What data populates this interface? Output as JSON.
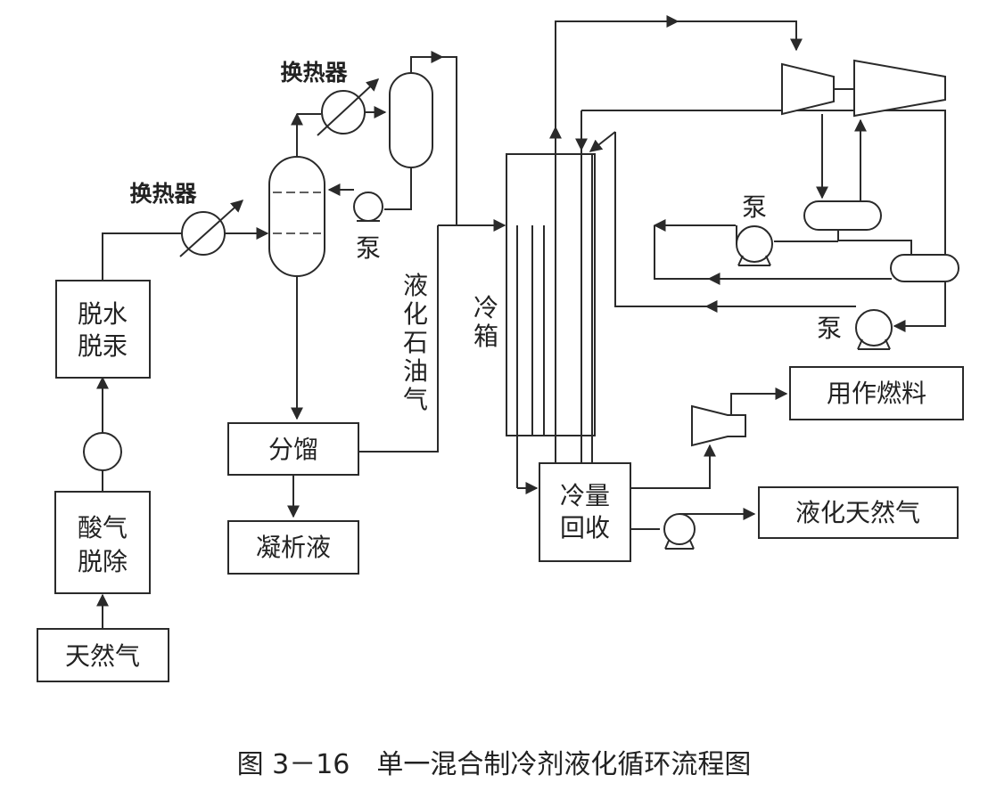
{
  "labels": {
    "natural_gas": "天然气",
    "acid_gas_removal_1": "酸气",
    "acid_gas_removal_2": "脱除",
    "dehydration_1": "脱水",
    "dehydration_2": "脱汞",
    "heat_exchanger_1": "换热器",
    "heat_exchanger_2": "换热器",
    "pump_top": "泵",
    "fractionation": "分馏",
    "condensate": "凝析液",
    "lpg_1": "液",
    "lpg_2": "化",
    "lpg_3": "石",
    "lpg_4": "油",
    "lpg_5": "气",
    "cold_box_1": "冷",
    "cold_box_2": "箱",
    "pump_right_1": "泵",
    "pump_right_2": "泵",
    "cold_recovery_1": "冷量",
    "cold_recovery_2": "回收",
    "fuel": "用作燃料",
    "lng": "液化天然气"
  },
  "caption": "图 3－16　单一混合制冷剂液化循环流程图",
  "colors": {
    "line": "#2a2a2a",
    "background": "#ffffff"
  }
}
